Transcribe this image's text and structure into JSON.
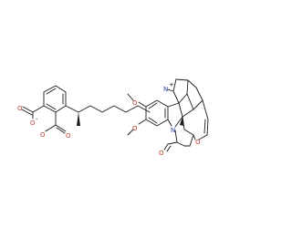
{
  "molecules": [
    {
      "atoms": [
        {
          "symbol": "O",
          "role": "carboxylate-oxygen"
        },
        {
          "symbol": "O",
          "role": "carboxylate-oxygen"
        },
        {
          "symbol": "O",
          "role": "carboxylate-oxygen"
        },
        {
          "symbol": "O",
          "role": "carboxylate-oxygen"
        }
      ],
      "charges": [
        {
          "text": "-"
        },
        {
          "text": "-"
        }
      ]
    },
    {
      "atoms": [
        {
          "symbol": "N",
          "role": "pyrrolidine-nitrogen"
        },
        {
          "symbol": "N",
          "role": "lactam-nitrogen"
        },
        {
          "symbol": "O",
          "role": "methoxy-oxygen"
        },
        {
          "symbol": "O",
          "role": "methoxy-oxygen"
        },
        {
          "symbol": "O",
          "role": "lactam-carbonyl-oxygen"
        },
        {
          "symbol": "O",
          "role": "ether-oxygen"
        }
      ],
      "charges": [
        {
          "text": "+"
        }
      ]
    }
  ],
  "colors": {
    "bond": "#1a1a1a",
    "oxygen": "#c0392b",
    "nitrogen": "#2c3e9c",
    "background": "#ffffff"
  }
}
